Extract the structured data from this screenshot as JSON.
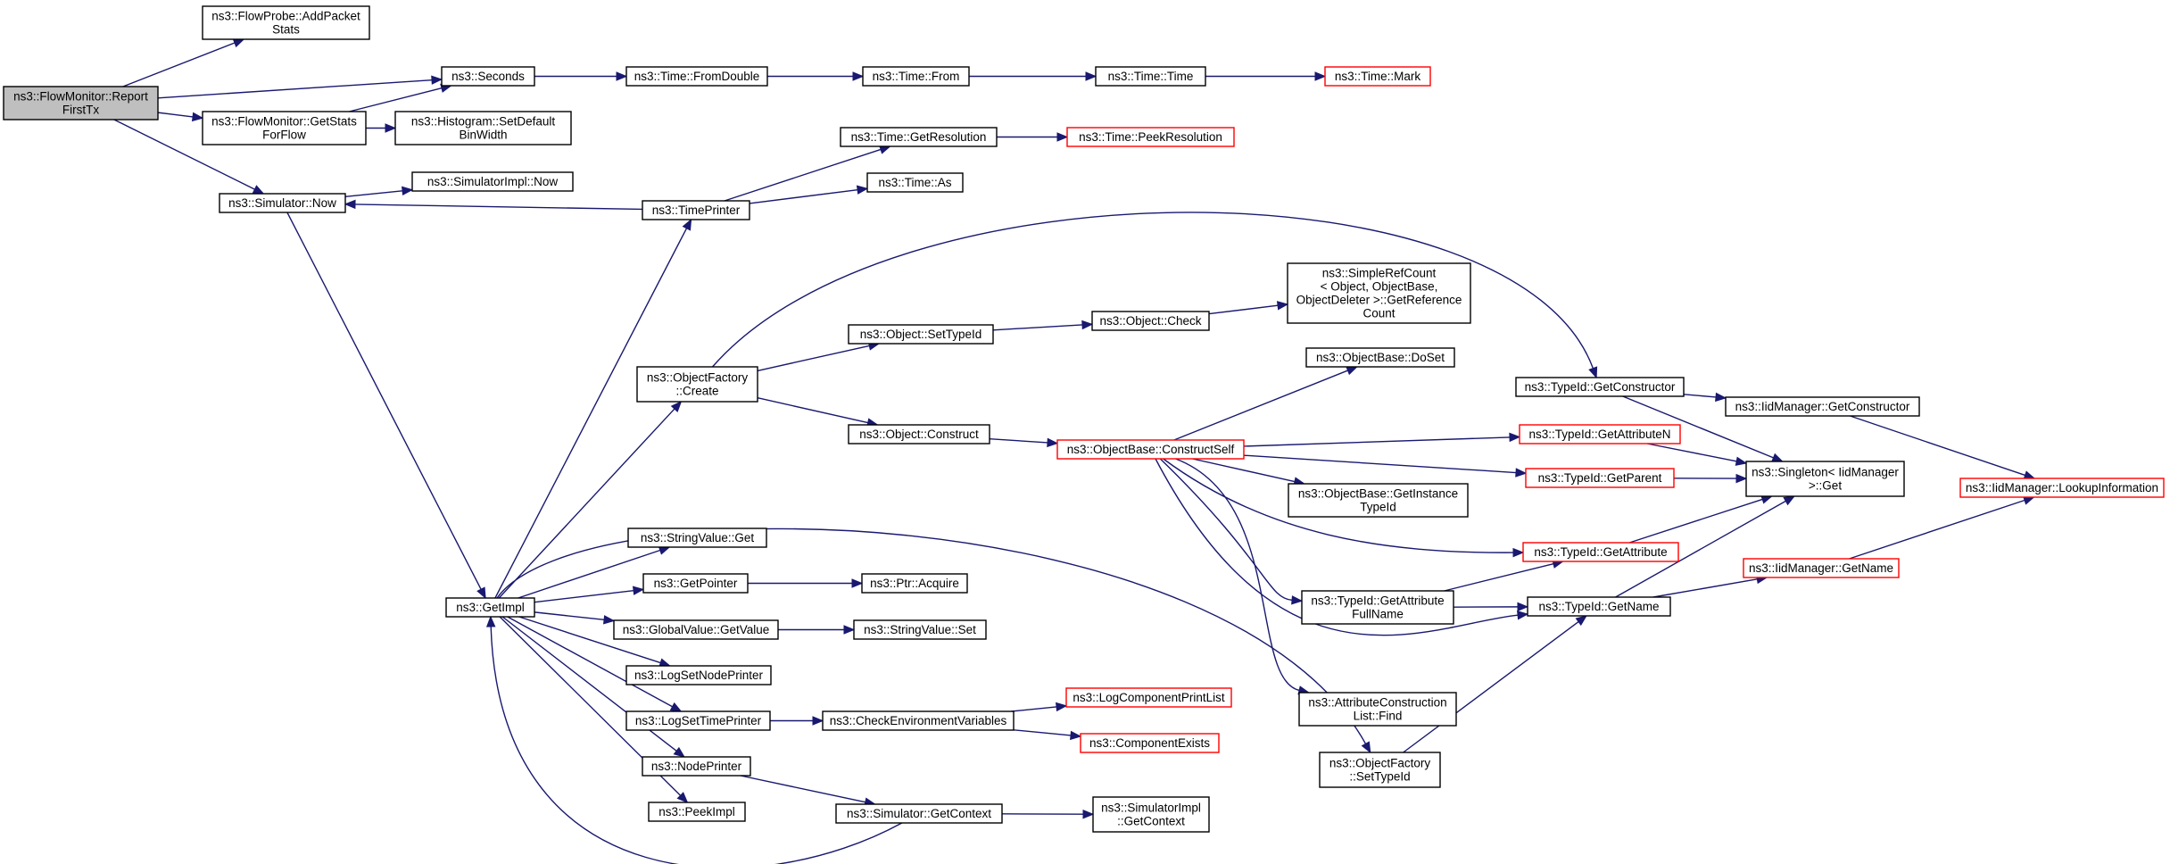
{
  "graph": {
    "colors": {
      "edge": "#191970",
      "node_border": "#000000",
      "truncated_border": "#ff0000",
      "root_fill": "#bfbfbf"
    },
    "nodes": [
      {
        "id": "root",
        "lines": [
          "ns3::FlowMonitor::Report",
          "FirstTx"
        ],
        "style": "root"
      },
      {
        "id": "addPacketStats",
        "lines": [
          "ns3::FlowProbe::AddPacket",
          "Stats"
        ],
        "style": "normal"
      },
      {
        "id": "seconds",
        "lines": [
          "ns3::Seconds"
        ],
        "style": "normal"
      },
      {
        "id": "getStatsForFlow",
        "lines": [
          "ns3::FlowMonitor::GetStats",
          "ForFlow"
        ],
        "style": "normal"
      },
      {
        "id": "setDefaultBinWidth",
        "lines": [
          "ns3::Histogram::SetDefault",
          "BinWidth"
        ],
        "style": "normal"
      },
      {
        "id": "simNow",
        "lines": [
          "ns3::Simulator::Now"
        ],
        "style": "normal"
      },
      {
        "id": "simImplNow",
        "lines": [
          "ns3::SimulatorImpl::Now"
        ],
        "style": "normal"
      },
      {
        "id": "fromDouble",
        "lines": [
          "ns3::Time::FromDouble"
        ],
        "style": "normal"
      },
      {
        "id": "from",
        "lines": [
          "ns3::Time::From"
        ],
        "style": "normal"
      },
      {
        "id": "time",
        "lines": [
          "ns3::Time::Time"
        ],
        "style": "normal"
      },
      {
        "id": "mark",
        "lines": [
          "ns3::Time::Mark"
        ],
        "style": "red"
      },
      {
        "id": "getResolution",
        "lines": [
          "ns3::Time::GetResolution"
        ],
        "style": "normal"
      },
      {
        "id": "peekResolution",
        "lines": [
          "ns3::Time::PeekResolution"
        ],
        "style": "red"
      },
      {
        "id": "timePrinter",
        "lines": [
          "ns3::TimePrinter"
        ],
        "style": "normal"
      },
      {
        "id": "timeAs",
        "lines": [
          "ns3::Time::As"
        ],
        "style": "normal"
      },
      {
        "id": "simpleRefCount",
        "lines": [
          "ns3::SimpleRefCount",
          "< Object, ObjectBase,",
          "ObjectDeleter >::GetReference",
          "Count"
        ],
        "style": "normal"
      },
      {
        "id": "objectCheck",
        "lines": [
          "ns3::Object::Check"
        ],
        "style": "normal"
      },
      {
        "id": "setTypeId",
        "lines": [
          "ns3::Object::SetTypeId"
        ],
        "style": "normal"
      },
      {
        "id": "ofCreate",
        "lines": [
          "ns3::ObjectFactory",
          "::Create"
        ],
        "style": "normal"
      },
      {
        "id": "objectConstruct",
        "lines": [
          "ns3::Object::Construct"
        ],
        "style": "normal"
      },
      {
        "id": "constructSelf",
        "lines": [
          "ns3::ObjectBase::ConstructSelf"
        ],
        "style": "red"
      },
      {
        "id": "doSet",
        "lines": [
          "ns3::ObjectBase::DoSet"
        ],
        "style": "normal"
      },
      {
        "id": "getInstanceTypeId",
        "lines": [
          "ns3::ObjectBase::GetInstance",
          "TypeId"
        ],
        "style": "normal"
      },
      {
        "id": "getAttributeFullName",
        "lines": [
          "ns3::TypeId::GetAttribute",
          "FullName"
        ],
        "style": "normal"
      },
      {
        "id": "attrConstructionFind",
        "lines": [
          "ns3::AttributeConstruction",
          "List::Find"
        ],
        "style": "normal"
      },
      {
        "id": "ofSetTypeId",
        "lines": [
          "ns3::ObjectFactory",
          "::SetTypeId"
        ],
        "style": "normal"
      },
      {
        "id": "tidGetConstructor",
        "lines": [
          "ns3::TypeId::GetConstructor"
        ],
        "style": "normal"
      },
      {
        "id": "tidGetAttributeN",
        "lines": [
          "ns3::TypeId::GetAttributeN"
        ],
        "style": "red"
      },
      {
        "id": "tidGetParent",
        "lines": [
          "ns3::TypeId::GetParent"
        ],
        "style": "red"
      },
      {
        "id": "tidGetAttribute",
        "lines": [
          "ns3::TypeId::GetAttribute"
        ],
        "style": "red"
      },
      {
        "id": "tidGetName",
        "lines": [
          "ns3::TypeId::GetName"
        ],
        "style": "normal"
      },
      {
        "id": "iidGetConstructor",
        "lines": [
          "ns3::IidManager::GetConstructor"
        ],
        "style": "normal"
      },
      {
        "id": "singletonGet",
        "lines": [
          "ns3::Singleton< IidManager",
          ">::Get"
        ],
        "style": "normal"
      },
      {
        "id": "iidGetName",
        "lines": [
          "ns3::IidManager::GetName"
        ],
        "style": "red"
      },
      {
        "id": "lookupInformation",
        "lines": [
          "ns3::IidManager::LookupInformation"
        ],
        "style": "red"
      },
      {
        "id": "getImpl",
        "lines": [
          "ns3::GetImpl"
        ],
        "style": "normal"
      },
      {
        "id": "stringValueGet",
        "lines": [
          "ns3::StringValue::Get"
        ],
        "style": "normal"
      },
      {
        "id": "getPointer",
        "lines": [
          "ns3::GetPointer"
        ],
        "style": "normal"
      },
      {
        "id": "ptrAcquire",
        "lines": [
          "ns3::Ptr::Acquire"
        ],
        "style": "normal"
      },
      {
        "id": "gvGetValue",
        "lines": [
          "ns3::GlobalValue::GetValue"
        ],
        "style": "normal"
      },
      {
        "id": "stringValueSet",
        "lines": [
          "ns3::StringValue::Set"
        ],
        "style": "normal"
      },
      {
        "id": "logSetNodePrinter",
        "lines": [
          "ns3::LogSetNodePrinter"
        ],
        "style": "normal"
      },
      {
        "id": "logSetTimePrinter",
        "lines": [
          "ns3::LogSetTimePrinter"
        ],
        "style": "normal"
      },
      {
        "id": "checkEnvVars",
        "lines": [
          "ns3::CheckEnvironmentVariables"
        ],
        "style": "normal"
      },
      {
        "id": "logComponentPrintList",
        "lines": [
          "ns3::LogComponentPrintList"
        ],
        "style": "red"
      },
      {
        "id": "componentExists",
        "lines": [
          "ns3::ComponentExists"
        ],
        "style": "red"
      },
      {
        "id": "nodePrinter",
        "lines": [
          "ns3::NodePrinter"
        ],
        "style": "normal"
      },
      {
        "id": "peekImpl",
        "lines": [
          "ns3::PeekImpl"
        ],
        "style": "normal"
      },
      {
        "id": "simGetContext",
        "lines": [
          "ns3::Simulator::GetContext"
        ],
        "style": "normal"
      },
      {
        "id": "simImplGetContext",
        "lines": [
          "ns3::SimulatorImpl",
          "::GetContext"
        ],
        "style": "normal"
      }
    ],
    "edges": [
      {
        "from": "root",
        "to": "addPacketStats"
      },
      {
        "from": "root",
        "to": "seconds"
      },
      {
        "from": "root",
        "to": "getStatsForFlow"
      },
      {
        "from": "root",
        "to": "simNow"
      },
      {
        "from": "getStatsForFlow",
        "to": "seconds"
      },
      {
        "from": "getStatsForFlow",
        "to": "setDefaultBinWidth"
      },
      {
        "from": "seconds",
        "to": "fromDouble"
      },
      {
        "from": "fromDouble",
        "to": "from"
      },
      {
        "from": "from",
        "to": "time"
      },
      {
        "from": "time",
        "to": "mark"
      },
      {
        "from": "simNow",
        "to": "simImplNow"
      },
      {
        "from": "simNow",
        "to": "getImpl"
      },
      {
        "from": "timePrinter",
        "to": "simNow"
      },
      {
        "from": "timePrinter",
        "to": "getResolution"
      },
      {
        "from": "timePrinter",
        "to": "timeAs"
      },
      {
        "from": "getResolution",
        "to": "peekResolution"
      },
      {
        "from": "ofCreate",
        "to": "tidGetConstructor"
      },
      {
        "from": "ofCreate",
        "to": "setTypeId"
      },
      {
        "from": "ofCreate",
        "to": "objectConstruct"
      },
      {
        "from": "setTypeId",
        "to": "objectCheck"
      },
      {
        "from": "objectCheck",
        "to": "simpleRefCount"
      },
      {
        "from": "objectConstruct",
        "to": "constructSelf"
      },
      {
        "from": "constructSelf",
        "to": "doSet"
      },
      {
        "from": "constructSelf",
        "to": "tidGetAttributeN"
      },
      {
        "from": "constructSelf",
        "to": "tidGetParent"
      },
      {
        "from": "constructSelf",
        "to": "getInstanceTypeId"
      },
      {
        "from": "constructSelf",
        "to": "tidGetAttribute"
      },
      {
        "from": "constructSelf",
        "to": "getAttributeFullName"
      },
      {
        "from": "constructSelf",
        "to": "tidGetName"
      },
      {
        "from": "constructSelf",
        "to": "attrConstructionFind"
      },
      {
        "from": "tidGetConstructor",
        "to": "iidGetConstructor"
      },
      {
        "from": "tidGetConstructor",
        "to": "singletonGet"
      },
      {
        "from": "iidGetConstructor",
        "to": "lookupInformation"
      },
      {
        "from": "tidGetAttributeN",
        "to": "singletonGet"
      },
      {
        "from": "tidGetParent",
        "to": "singletonGet"
      },
      {
        "from": "tidGetAttribute",
        "to": "singletonGet"
      },
      {
        "from": "tidGetName",
        "to": "singletonGet"
      },
      {
        "from": "tidGetName",
        "to": "iidGetName"
      },
      {
        "from": "iidGetName",
        "to": "lookupInformation"
      },
      {
        "from": "getAttributeFullName",
        "to": "tidGetAttribute"
      },
      {
        "from": "getAttributeFullName",
        "to": "tidGetName"
      },
      {
        "from": "ofSetTypeId",
        "to": "tidGetName"
      },
      {
        "from": "getImpl",
        "to": "timePrinter"
      },
      {
        "from": "getImpl",
        "to": "ofCreate"
      },
      {
        "from": "getImpl",
        "to": "stringValueGet"
      },
      {
        "from": "getImpl",
        "to": "getPointer"
      },
      {
        "from": "getImpl",
        "to": "gvGetValue"
      },
      {
        "from": "getImpl",
        "to": "logSetNodePrinter"
      },
      {
        "from": "getImpl",
        "to": "logSetTimePrinter"
      },
      {
        "from": "getImpl",
        "to": "nodePrinter"
      },
      {
        "from": "getImpl",
        "to": "peekImpl"
      },
      {
        "from": "getImpl",
        "to": "ofSetTypeId"
      },
      {
        "from": "getPointer",
        "to": "ptrAcquire"
      },
      {
        "from": "gvGetValue",
        "to": "stringValueSet"
      },
      {
        "from": "logSetTimePrinter",
        "to": "checkEnvVars"
      },
      {
        "from": "checkEnvVars",
        "to": "logComponentPrintList"
      },
      {
        "from": "checkEnvVars",
        "to": "componentExists"
      },
      {
        "from": "nodePrinter",
        "to": "simGetContext"
      },
      {
        "from": "simGetContext",
        "to": "getImpl"
      },
      {
        "from": "simGetContext",
        "to": "simImplGetContext"
      }
    ]
  }
}
